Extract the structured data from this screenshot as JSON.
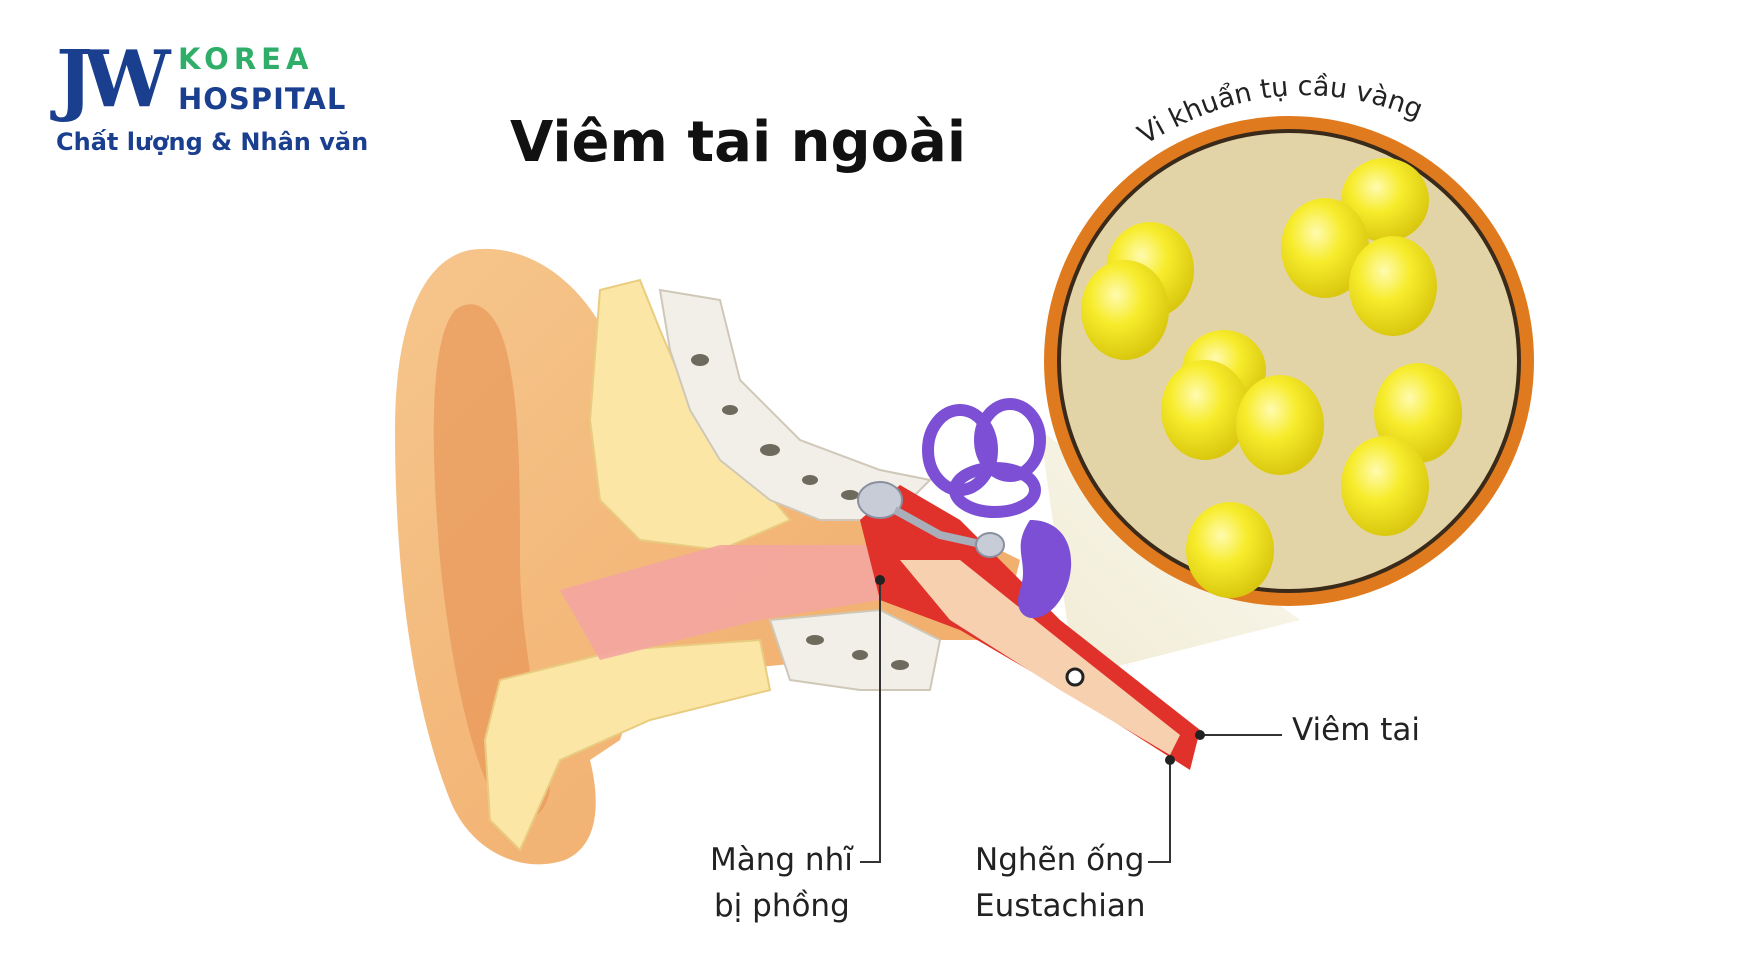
{
  "logo": {
    "mark": "JW",
    "line1": "KOREA",
    "line2": "HOSPITAL",
    "tagline": "Chất lượng & Nhân văn"
  },
  "title": "Viêm tai ngoài",
  "labels": {
    "bacteria": "Vi khuẩn tụ cầu vàng",
    "inflammation": "Viêm tai",
    "eardrum_line1": "Màng nhĩ",
    "eardrum_line2": "bị phồng",
    "eustachian_line1": "Nghẽn ống",
    "eustachian_line2": "Eustachian"
  },
  "colors": {
    "brand_blue": "#1b3f8f",
    "brand_green": "#2fae6a",
    "bacteria_yellow": "#f2e52a",
    "magnifier_ring": "#e07a1e"
  }
}
